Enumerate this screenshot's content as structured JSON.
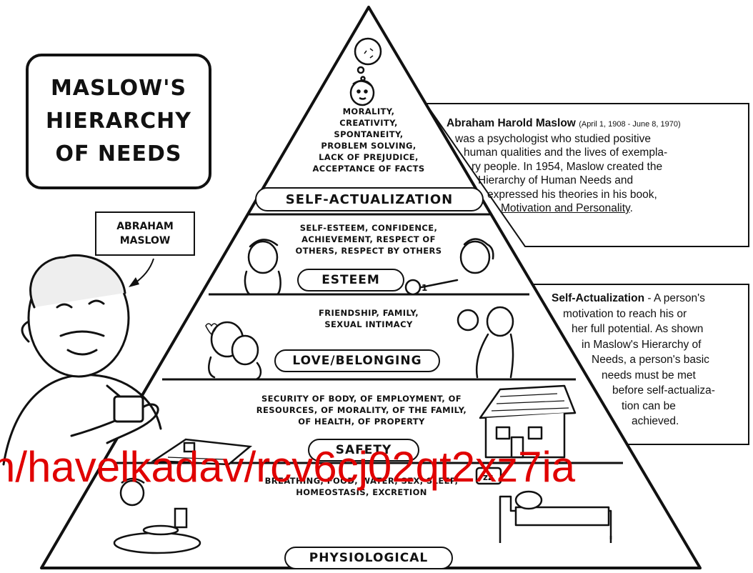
{
  "title_lines": [
    "MASLOW'S",
    "HIERARCHY",
    "OF NEEDS"
  ],
  "maslow_label_lines": [
    "ABRAHAM",
    "MASLOW"
  ],
  "levels": [
    {
      "name": "SELF-ACTUALIZATION",
      "lines": [
        "MORALITY,",
        "CREATIVITY,",
        "SPONTANEITY,",
        "PROBLEM SOLVING,",
        "LACK OF PREJUDICE,",
        "ACCEPTANCE OF FACTS"
      ]
    },
    {
      "name": "ESTEEM",
      "lines": [
        "SELF-ESTEEM, CONFIDENCE,",
        "ACHIEVEMENT, RESPECT OF",
        "OTHERS, RESPECT BY OTHERS"
      ]
    },
    {
      "name": "LOVE/BELONGING",
      "lines": [
        "FRIENDSHIP, FAMILY,",
        "SEXUAL INTIMACY"
      ]
    },
    {
      "name": "SAFETY",
      "lines": [
        "SECURITY OF BODY, OF EMPLOYMENT, OF",
        "RESOURCES, OF MORALITY, OF THE FAMILY,",
        "OF HEALTH, OF PROPERTY"
      ]
    },
    {
      "name": "PHYSIOLOGICAL",
      "lines": [
        "BREATHING, FOOD, WATER, SEX, SLEEP,",
        "HOMEOSTASIS, EXCRETION"
      ]
    }
  ],
  "bio": {
    "name": "Abraham Harold Maslow",
    "dates": "(April 1, 1908 - June 8, 1970)",
    "lines": [
      "was a psychologist who studied positive",
      "human qualities and the lives of exempla-",
      "ry people. In 1954, Maslow created the",
      "Hierarchy of Human Needs and",
      "expressed his theories in his book,"
    ],
    "book": "Motivation and Personality",
    "book_suffix": "."
  },
  "definition": {
    "term": "Self-Actualization",
    "lines": [
      " - A person's",
      "motivation to reach his or",
      "her full potential. As shown",
      "in Maslow's Hierarchy of",
      "Needs, a person's basic",
      "needs must be met",
      "before self-actualiza-",
      "tion can be",
      "achieved."
    ]
  },
  "watermark": "n/havelkadav/rcv6cj02qt2xz7ia",
  "thought_bubble_text": "zz",
  "ribbon_text": "1"
}
